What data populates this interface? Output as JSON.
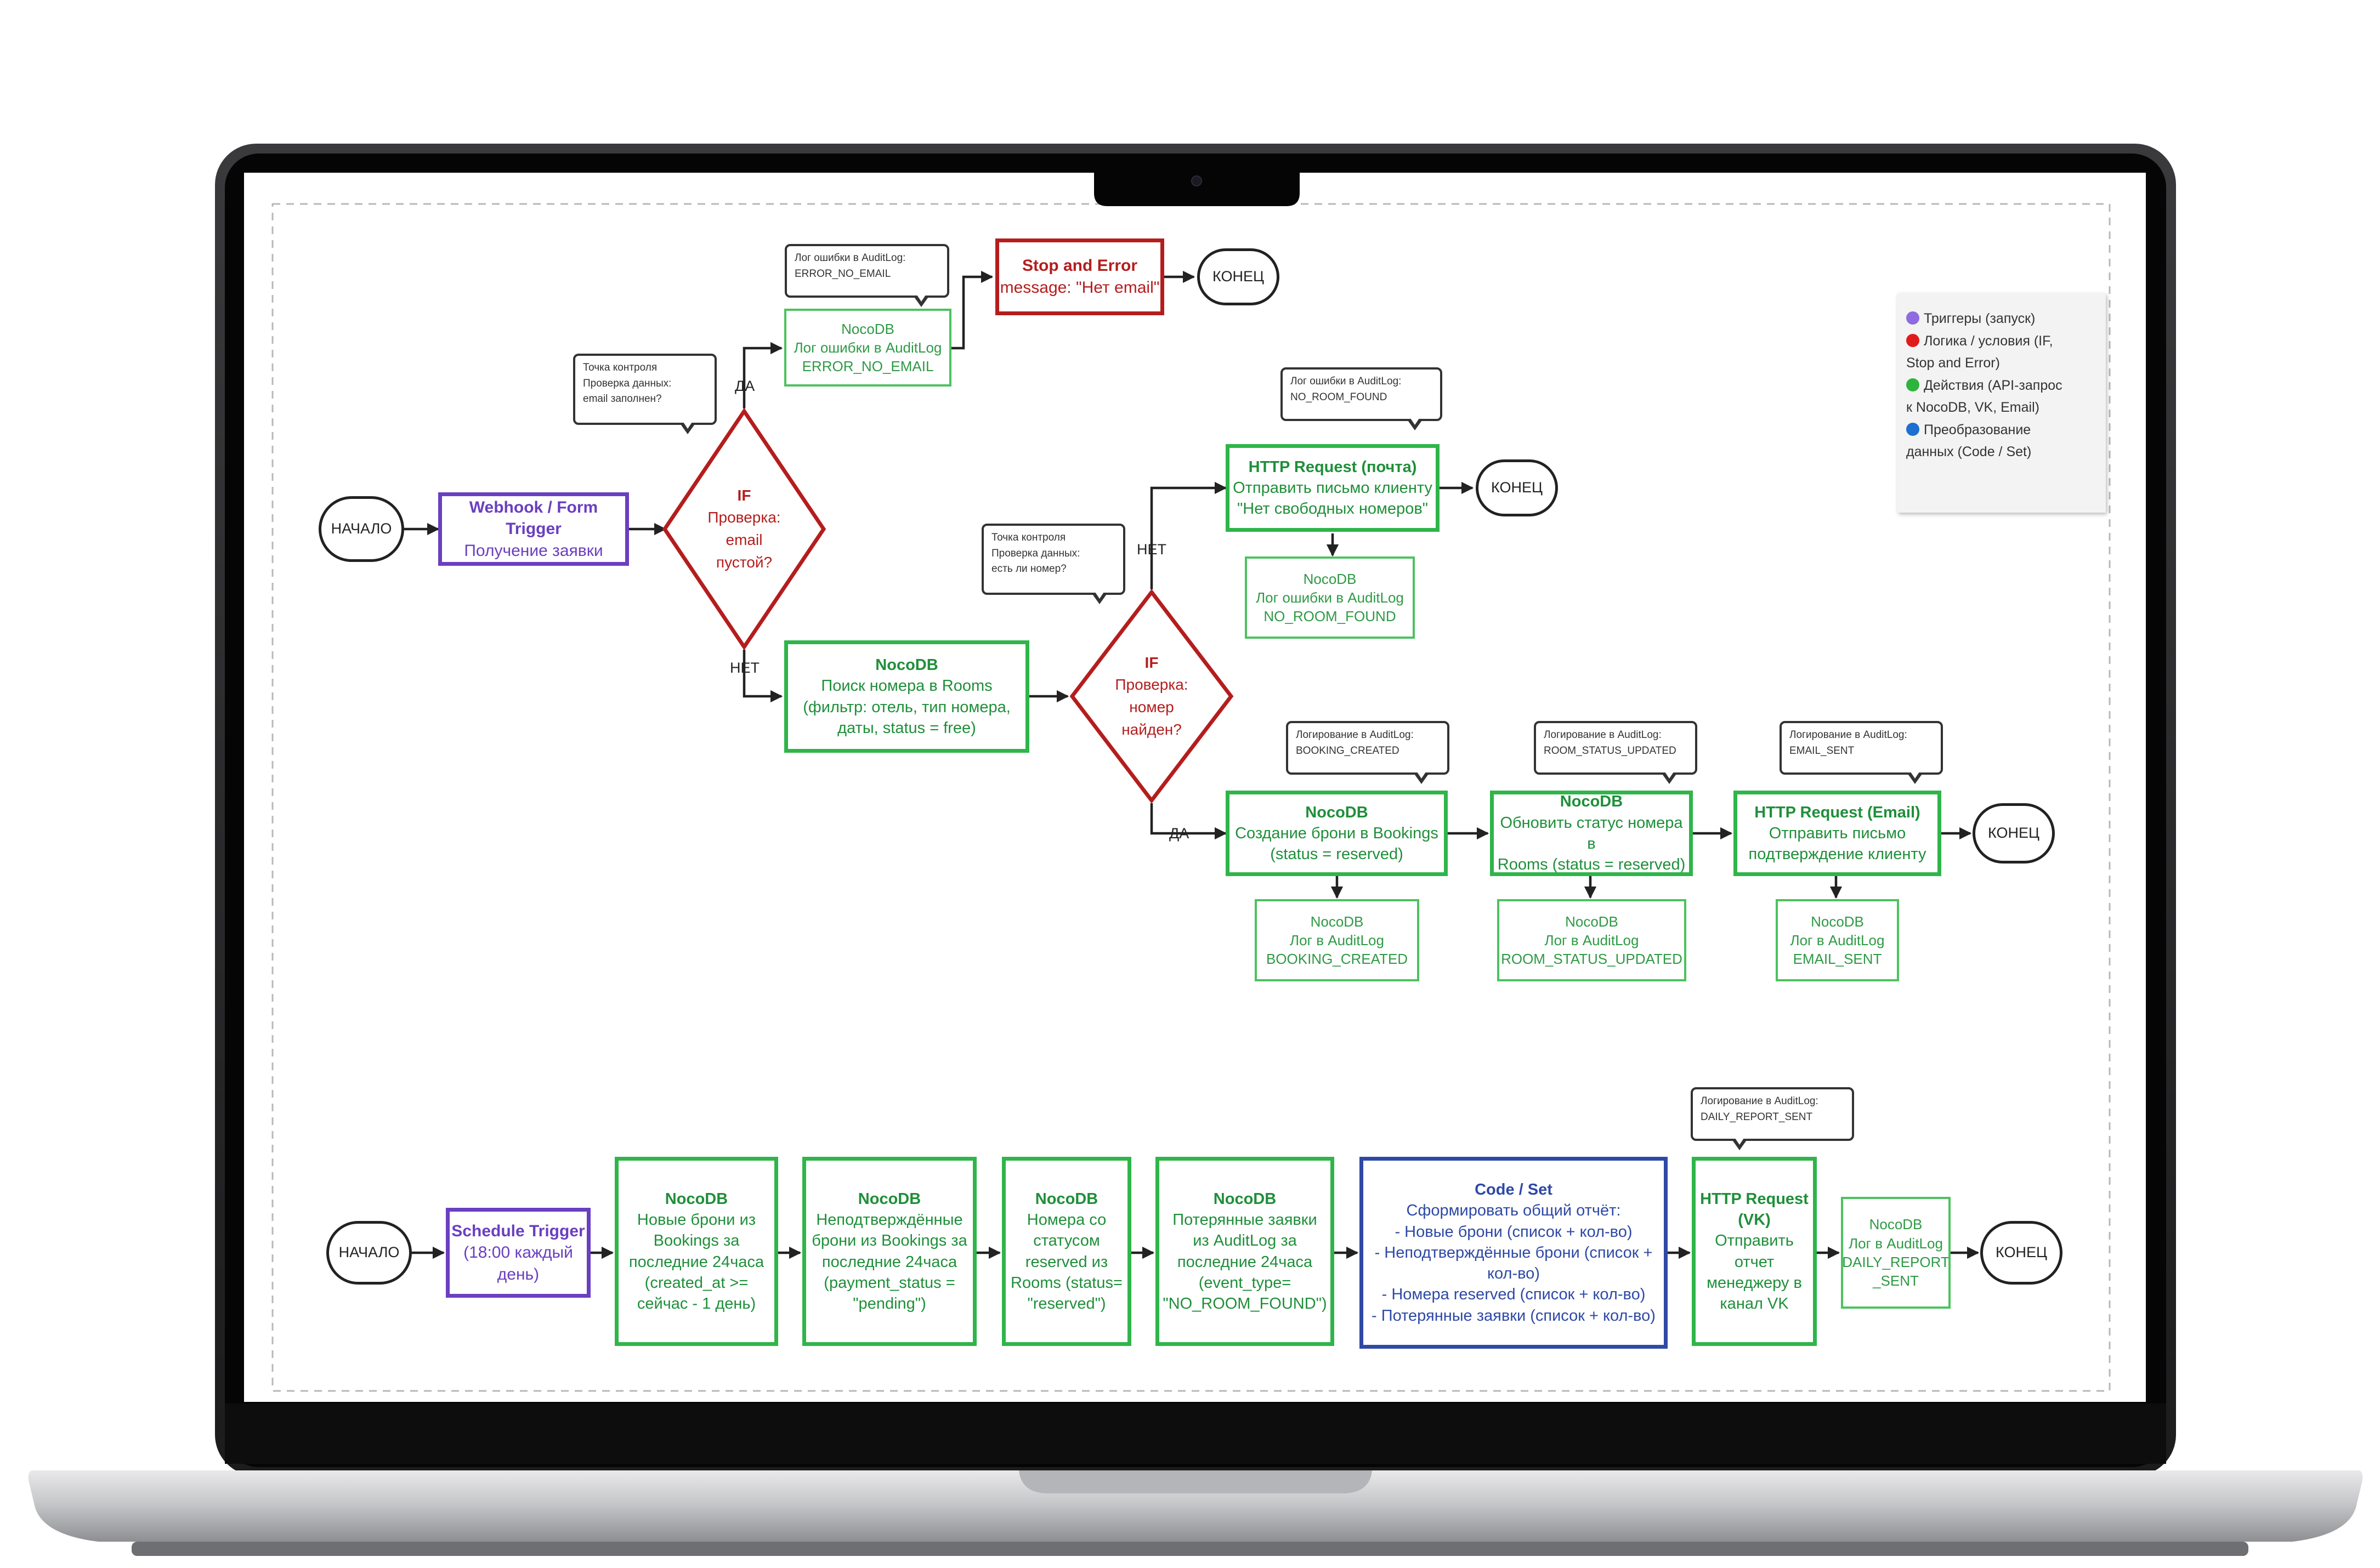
{
  "colors": {
    "green": "#2fb54a",
    "red": "#b51d1d",
    "purple": "#6a3fc0",
    "blue": "#2e49a6",
    "trigger_dot": "#8e6be0",
    "logic_dot": "#e01b1b",
    "action_dot": "#2db43c",
    "transform_dot": "#1d6fd1"
  },
  "legend": {
    "triggers": "Триггеры (запуск)",
    "logic_1": "Логика / условия (IF,",
    "logic_2": "Stop and Error)",
    "actions_1": "Действия (API-запрос",
    "actions_2": "к NocoDB, VK, Email)",
    "transform_1": "Преобразование",
    "transform_2": "данных (Code / Set)"
  },
  "flow1": {
    "start": "НАЧАЛО",
    "webhook": {
      "title": "Webhook / Form Trigger",
      "line1": "Получение заявки"
    },
    "if_email": {
      "title": "IF",
      "line1": "Проверка:",
      "line2": "email",
      "line3": "пустой?"
    },
    "callout_check_email": {
      "line1": "Точка контроля",
      "line2": "Проверка данных:",
      "line3": "email заполнен?"
    },
    "yes1": "ДА",
    "no1": "НЕТ",
    "noco_error": {
      "line1": "NocoDB",
      "line2": "Лог ошибки в AuditLog",
      "line3": "ERROR_NO_EMAIL"
    },
    "callout_error_no_email": {
      "line1": "Лог ошибки в AuditLog:",
      "line2": "ERROR_NO_EMAIL"
    },
    "stop_error": {
      "title": "Stop and Error",
      "line1": "message: \"Нет email\""
    },
    "end1": "КОНЕЦ",
    "noco_search": {
      "title": "NocoDB",
      "line1": "Поиск номера в Rooms",
      "line2": "(фильтр:  отель, тип номера,",
      "line3": "даты, status = free)"
    },
    "if_room": {
      "title": "IF",
      "line1": "Проверка:",
      "line2": "номер",
      "line3": "найден?"
    },
    "callout_check_room": {
      "line1": "Точка контроля",
      "line2": "Проверка данных:",
      "line3": "есть ли номер?"
    },
    "no2": "НЕТ",
    "yes2": "ДА",
    "callout_no_room": {
      "line1": "Лог ошибки в AuditLog:",
      "line2": "NO_ROOM_FOUND"
    },
    "http_mail": {
      "title": "HTTP Request (почта)",
      "line1": "Отправить письмо клиенту",
      "line2": "\"Нет свободных номеров\""
    },
    "end2": "КОНЕЦ",
    "noco_no_room": {
      "line1": "NocoDB",
      "line2": "Лог ошибки в AuditLog",
      "line3": "NO_ROOM_FOUND"
    },
    "callout_booking": {
      "line1": "Логирование в AuditLog:",
      "line2": "BOOKING_CREATED"
    },
    "callout_room_status": {
      "line1": "Логирование в AuditLog:",
      "line2": "ROOM_STATUS_UPDATED"
    },
    "callout_email": {
      "line1": "Логирование в AuditLog:",
      "line2": "EMAIL_SENT"
    },
    "noco_create": {
      "title": "NocoDB",
      "line1": "Создание брони в Bookings",
      "line2": "(status = reserved)"
    },
    "noco_update": {
      "title": "NocoDB",
      "line1": "Обновить статус номера в",
      "line2": "Rooms (status = reserved)"
    },
    "http_email": {
      "title": "HTTP Request (Email)",
      "line1": "Отправить письмо",
      "line2": "подтверждение клиенту"
    },
    "end3": "КОНЕЦ",
    "log_booking": {
      "line1": "NocoDB",
      "line2": "Лог в AuditLog",
      "line3": "BOOKING_CREATED"
    },
    "log_room_status": {
      "line1": "NocoDB",
      "line2": "Лог в AuditLog",
      "line3": "ROOM_STATUS_UPDATED"
    },
    "log_email": {
      "line1": "NocoDB",
      "line2": "Лог в AuditLog",
      "line3": "EMAIL_SENT"
    }
  },
  "flow2": {
    "start": "НАЧАЛО",
    "schedule": {
      "title": "Schedule Trigger",
      "line1": "(18:00 каждый",
      "line2": "день)"
    },
    "noco_new": {
      "title": "NocoDB",
      "line1": "Новые брони из",
      "line2": "Bookings за",
      "line3": "последние 24часа",
      "line4": "(created_at  >=",
      "line5": "сейчас - 1 день)"
    },
    "noco_unconfirmed": {
      "title": "NocoDB",
      "line1": "Неподтверждённые",
      "line2": "брони из Bookings за",
      "line3": "последние 24часа",
      "line4": "(payment_status =",
      "line5": "\"pending\")"
    },
    "noco_reserved": {
      "title": "NocoDB",
      "line1": "Номера со",
      "line2": "статусом",
      "line3": "reserved из",
      "line4": "Rooms (status=",
      "line5": "\"reserved\")"
    },
    "noco_lost": {
      "title": "NocoDB",
      "line1": "Потерянные заявки",
      "line2": "из AuditLog за",
      "line3": "последние 24часа",
      "line4": "(event_type=",
      "line5": "\"NO_ROOM_FOUND\")"
    },
    "code_set": {
      "title": "Code / Set",
      "line1": "Сформировать общий отчёт:",
      "line2": "- Новые брони (список + кол-во)",
      "line3": "- Неподтверждённые брони (список +",
      "line4": "кол-во)",
      "line5": "- Номера reserved (список + кол-во)",
      "line6": "- Потерянные заявки (список + кол-во)"
    },
    "callout_daily": {
      "line1": "Логирование в AuditLog:",
      "line2": "DAILY_REPORT_SENT"
    },
    "http_vk": {
      "title": "HTTP Request",
      "line1": "(VK)",
      "line2": "Отправить",
      "line3": "отчет",
      "line4": "менеджеру в",
      "line5": "канал VK"
    },
    "log_daily": {
      "line1": "NocoDB",
      "line2": "Лог в AuditLog",
      "line3": "DAILY_REPORT",
      "line4": "_SENT"
    },
    "end": "КОНЕЦ"
  }
}
